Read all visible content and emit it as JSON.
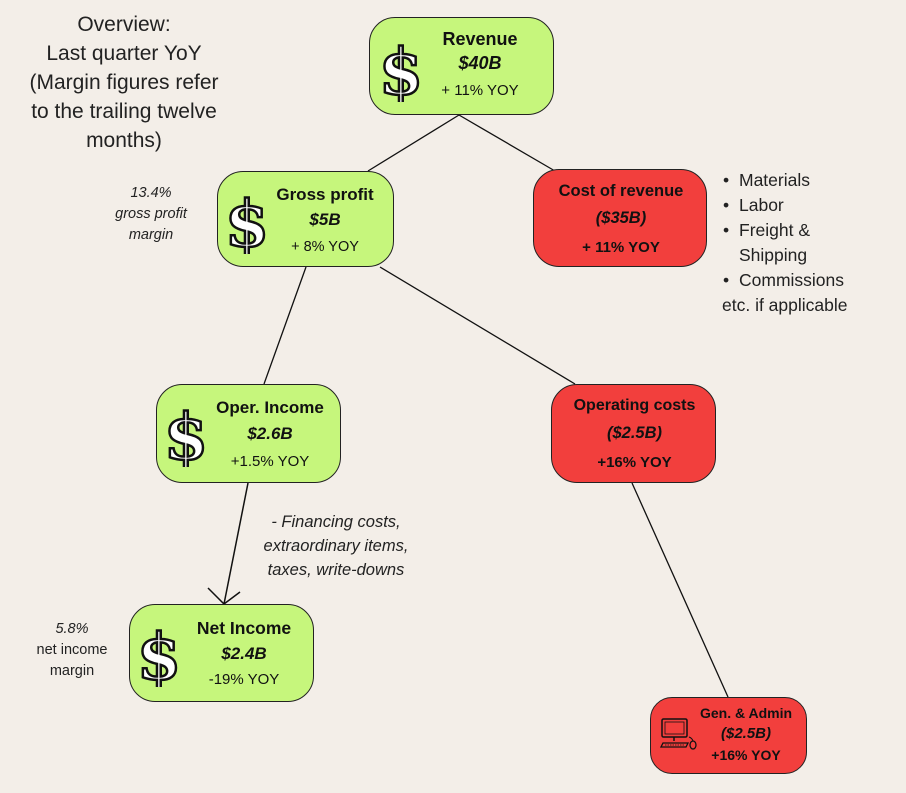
{
  "overview": {
    "lines": [
      "Overview:",
      "Last quarter YoY",
      "(Margin figures refer",
      "to the trailing twelve",
      "months)"
    ]
  },
  "nodes": {
    "revenue": {
      "title": "Revenue",
      "value": "$40B",
      "yoy": "+ 11% YOY",
      "icon": "dollar-sign-icon"
    },
    "gross_profit": {
      "title": "Gross profit",
      "value": "$5B",
      "yoy": "+ 8% YOY",
      "icon": "dollar-sign-icon"
    },
    "cost_of_revenue": {
      "title": "Cost of revenue",
      "value": "($35B)",
      "yoy": "+ 11% YOY"
    },
    "operating_income": {
      "title": "Oper. Income",
      "value": "$2.6B",
      "yoy": "+1.5% YOY",
      "icon": "dollar-sign-icon"
    },
    "operating_costs": {
      "title": "Operating costs",
      "value": "($2.5B)",
      "yoy": "+16% YOY"
    },
    "net_income": {
      "title": "Net Income",
      "value": "$2.4B",
      "yoy": "-19% YOY",
      "icon": "dollar-sign-icon"
    },
    "gen_admin": {
      "title": "Gen. & Admin",
      "value": "($2.5B)",
      "yoy": "+16% YOY",
      "icon": "computer-icon"
    }
  },
  "notes": {
    "gross_margin": [
      "13.4%",
      "gross profit",
      "margin"
    ],
    "net_margin": [
      "5.8%",
      "net income",
      "margin"
    ],
    "financing": [
      "- Financing costs,",
      "extraordinary items,",
      "taxes, write-downs"
    ]
  },
  "cost_of_revenue_items": [
    "Materials",
    "Labor",
    "Freight &",
    "Shipping",
    "Commissions"
  ],
  "cost_of_revenue_extra": "etc. if applicable",
  "colors": {
    "background": "#f3eee8",
    "positive_node": "#c6f67c",
    "negative_node": "#f23f3d",
    "outline": "#222222"
  }
}
